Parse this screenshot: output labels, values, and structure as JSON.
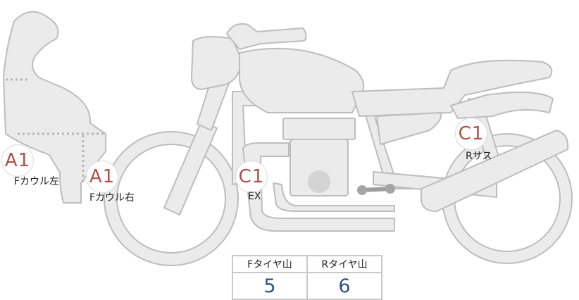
{
  "callouts": [
    {
      "code": "A1",
      "label": "Fカウル左"
    },
    {
      "code": "A1",
      "label": "Fカウル右"
    },
    {
      "code": "C1",
      "label": "EX"
    },
    {
      "code": "C1",
      "label": "Rサス"
    }
  ],
  "tread_table": {
    "headers": [
      "Fタイヤ山",
      "Rタイヤ山"
    ],
    "values": [
      "5",
      "6"
    ]
  },
  "colors": {
    "body_fill": "#ebebeb",
    "outline": "#bdbdbd",
    "callout_text": "#b0504a",
    "value_text": "#2f4f8a"
  }
}
